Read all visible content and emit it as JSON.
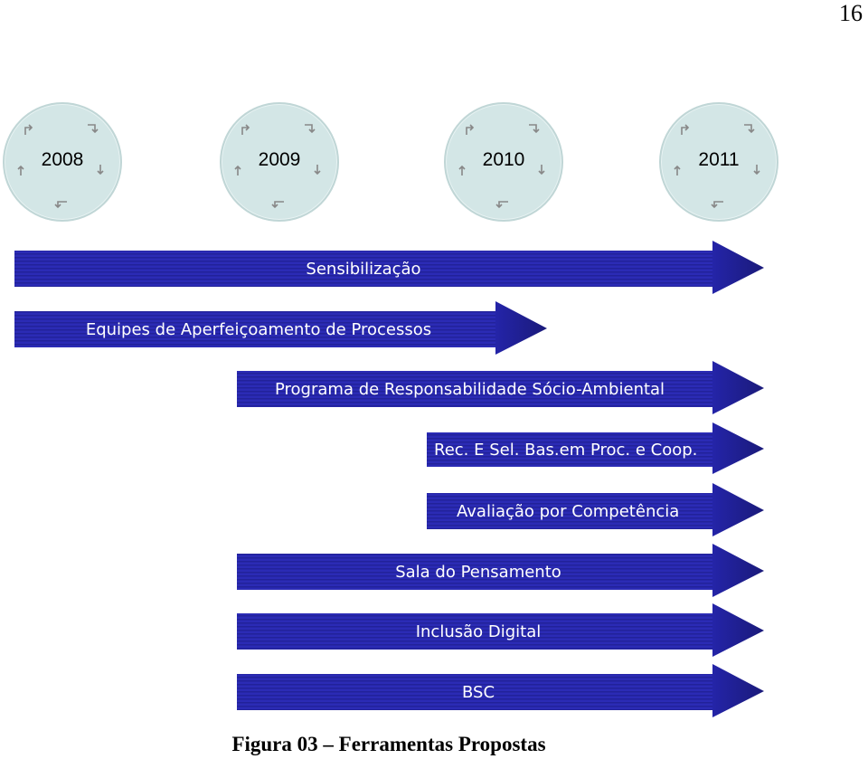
{
  "page_number": "16",
  "years": [
    "2008",
    "2009",
    "2010",
    "2011"
  ],
  "bars": [
    {
      "label": "Sensibilização"
    },
    {
      "label": "Equipes de Aperfeiçoamento de Processos"
    },
    {
      "label": "Programa de Responsabilidade Sócio-Ambiental"
    },
    {
      "label": "Rec. E Sel. Bas.em Proc. e Coop."
    },
    {
      "label": "Avaliação por Competência"
    },
    {
      "label": "Sala do Pensamento"
    },
    {
      "label": "Inclusão Digital"
    },
    {
      "label": "BSC"
    }
  ],
  "caption": "Figura 03 – Ferramentas Propostas",
  "colors": {
    "bar": "#2b2bb5",
    "bar_dark": "#1d1d8c",
    "circle": "#d3e6e6"
  },
  "icons": [
    "cycle-arrow-icon"
  ]
}
